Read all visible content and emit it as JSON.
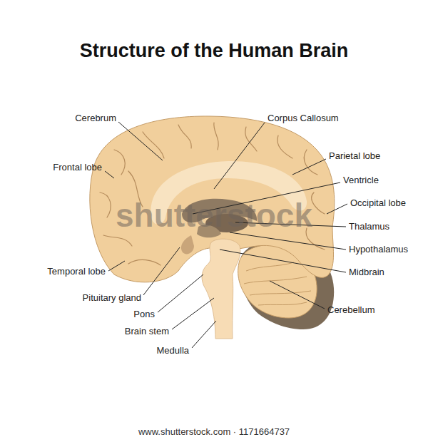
{
  "diagram": {
    "title": "Structure of the Human Brain",
    "labels": [
      "Cerebrum",
      "Frontal lobe",
      "Temporal lobe",
      "Pituitary gland",
      "Pons",
      "Brain stem",
      "Medulla",
      "Corpus Callosum",
      "Parietal lobe",
      "Ventricle",
      "Occipital lobe",
      "Thalamus",
      "Hypothalamus",
      "Midbrain",
      "Cerebellum",
      "shutterstock",
      "www.shutterstock.com · 1171664737"
    ]
  }
}
